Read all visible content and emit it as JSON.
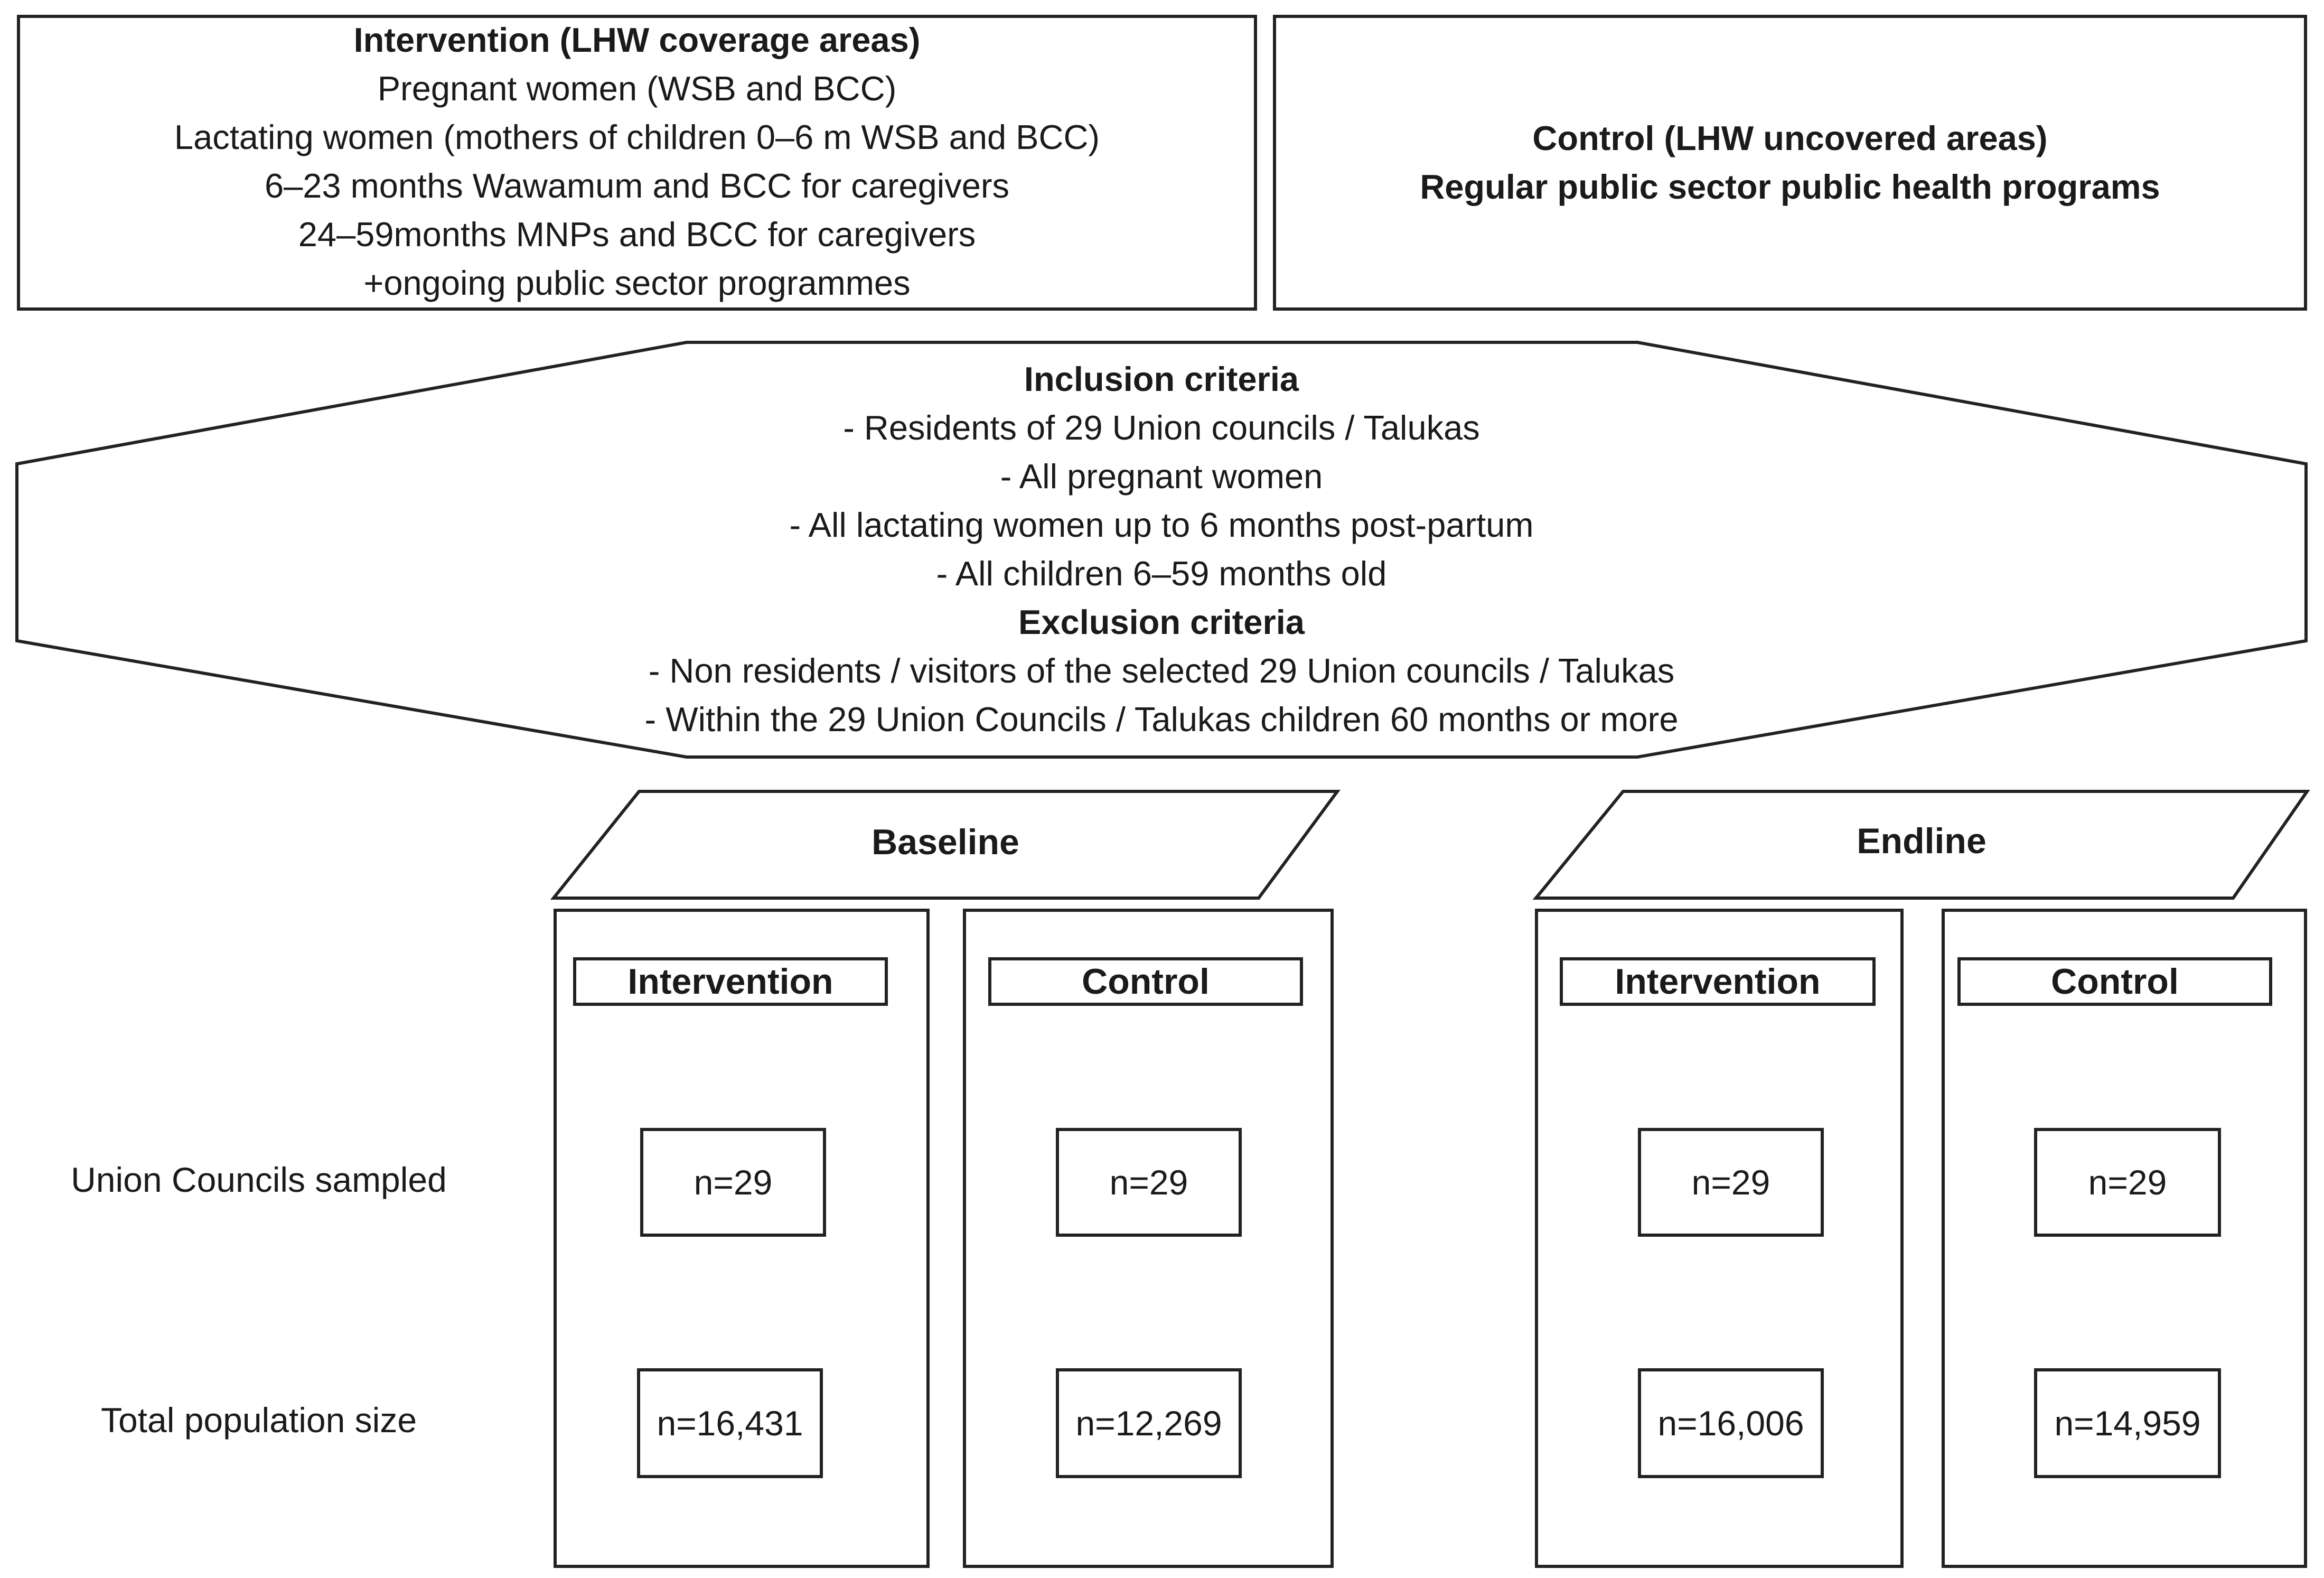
{
  "intervention_box": {
    "title": "Intervention (LHW coverage areas)",
    "lines": [
      "Pregnant women (WSB and BCC)",
      "Lactating women (mothers of children 0–6 m WSB and BCC)",
      "6–23 months Wawamum and BCC for caregivers",
      "24–59months MNPs and BCC for caregivers",
      "+ongoing public sector programmes"
    ]
  },
  "control_box": {
    "title": "Control (LHW uncovered areas)",
    "subtitle": "Regular public sector public health programs"
  },
  "criteria": {
    "inclusion_title": "Inclusion criteria",
    "inclusion": [
      "- Residents of 29 Union councils / Talukas",
      "- All pregnant women",
      "- All lactating women up to 6 months post-partum",
      "- All children 6–59 months old"
    ],
    "exclusion_title": "Exclusion criteria",
    "exclusion": [
      "- Non residents / visitors of the selected 29 Union councils / Talukas",
      "- Within the 29 Union Councils / Talukas children 60 months or more"
    ]
  },
  "row_labels": {
    "union_councils": "Union Councils sampled",
    "population": "Total population size"
  },
  "phases": [
    {
      "label": "Baseline",
      "groups": [
        {
          "label": "Intervention",
          "union_councils": "n=29",
          "population": "n=16,431"
        },
        {
          "label": "Control",
          "union_councils": "n=29",
          "population": "n=12,269"
        }
      ]
    },
    {
      "label": "Endline",
      "groups": [
        {
          "label": "Intervention",
          "union_councils": "n=29",
          "population": "n=16,006"
        },
        {
          "label": "Control",
          "union_councils": "n=29",
          "population": "n=14,959"
        }
      ]
    }
  ]
}
